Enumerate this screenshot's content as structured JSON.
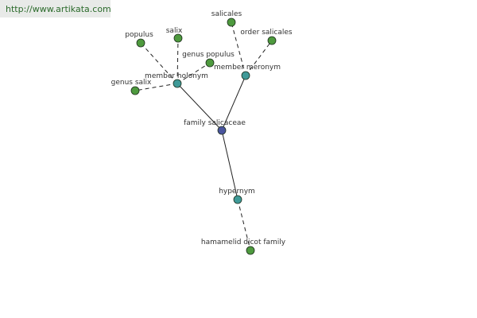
{
  "watermark": {
    "url": "http://www.artikata.com"
  },
  "colors": {
    "root_node": "#4a559e",
    "relation_node": "#3f9a98",
    "leaf_node": "#4e9a3e",
    "node_stroke": "#1d2e1d",
    "edge": "#222222"
  },
  "graph": {
    "nodes": [
      {
        "id": "family-salicaceae",
        "label": "family salicaceae",
        "kind": "root"
      },
      {
        "id": "member-holonym",
        "label": "member holonym",
        "kind": "relation"
      },
      {
        "id": "member-meronym",
        "label": "member meronym",
        "kind": "relation"
      },
      {
        "id": "hypernym",
        "label": "hypernym",
        "kind": "relation"
      },
      {
        "id": "populus",
        "label": "populus",
        "kind": "leaf"
      },
      {
        "id": "salix",
        "label": "salix",
        "kind": "leaf"
      },
      {
        "id": "genus-populus",
        "label": "genus populus",
        "kind": "leaf"
      },
      {
        "id": "genus-salix",
        "label": "genus salix",
        "kind": "leaf"
      },
      {
        "id": "salicales",
        "label": "salicales",
        "kind": "leaf"
      },
      {
        "id": "order-salicales",
        "label": "order salicales",
        "kind": "leaf"
      },
      {
        "id": "hamamelid-dicot-family",
        "label": "hamamelid dicot family",
        "kind": "leaf"
      }
    ],
    "edges": [
      {
        "from": "family-salicaceae",
        "to": "member-holonym",
        "style": "solid"
      },
      {
        "from": "family-salicaceae",
        "to": "member-meronym",
        "style": "solid"
      },
      {
        "from": "family-salicaceae",
        "to": "hypernym",
        "style": "solid"
      },
      {
        "from": "member-holonym",
        "to": "populus",
        "style": "dashed"
      },
      {
        "from": "member-holonym",
        "to": "salix",
        "style": "dashed"
      },
      {
        "from": "member-holonym",
        "to": "genus-populus",
        "style": "dashed"
      },
      {
        "from": "member-holonym",
        "to": "genus-salix",
        "style": "dashed"
      },
      {
        "from": "member-meronym",
        "to": "salicales",
        "style": "dashed"
      },
      {
        "from": "member-meronym",
        "to": "order-salicales",
        "style": "dashed"
      },
      {
        "from": "hypernym",
        "to": "hamamelid-dicot-family",
        "style": "dashed"
      }
    ]
  }
}
